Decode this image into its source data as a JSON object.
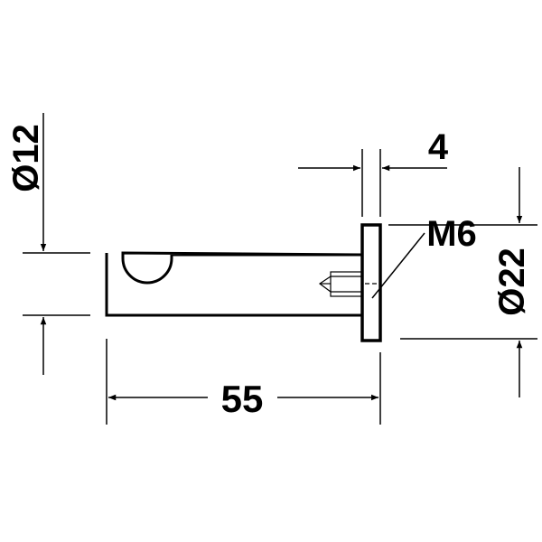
{
  "diagram": {
    "dimensions": {
      "shaft_diameter": "Ø12",
      "rosette_thickness": "4",
      "thread": "M6",
      "rosette_diameter": "Ø22",
      "overall_length": "55"
    },
    "colors": {
      "line": "#000000",
      "background": "#ffffff"
    }
  }
}
